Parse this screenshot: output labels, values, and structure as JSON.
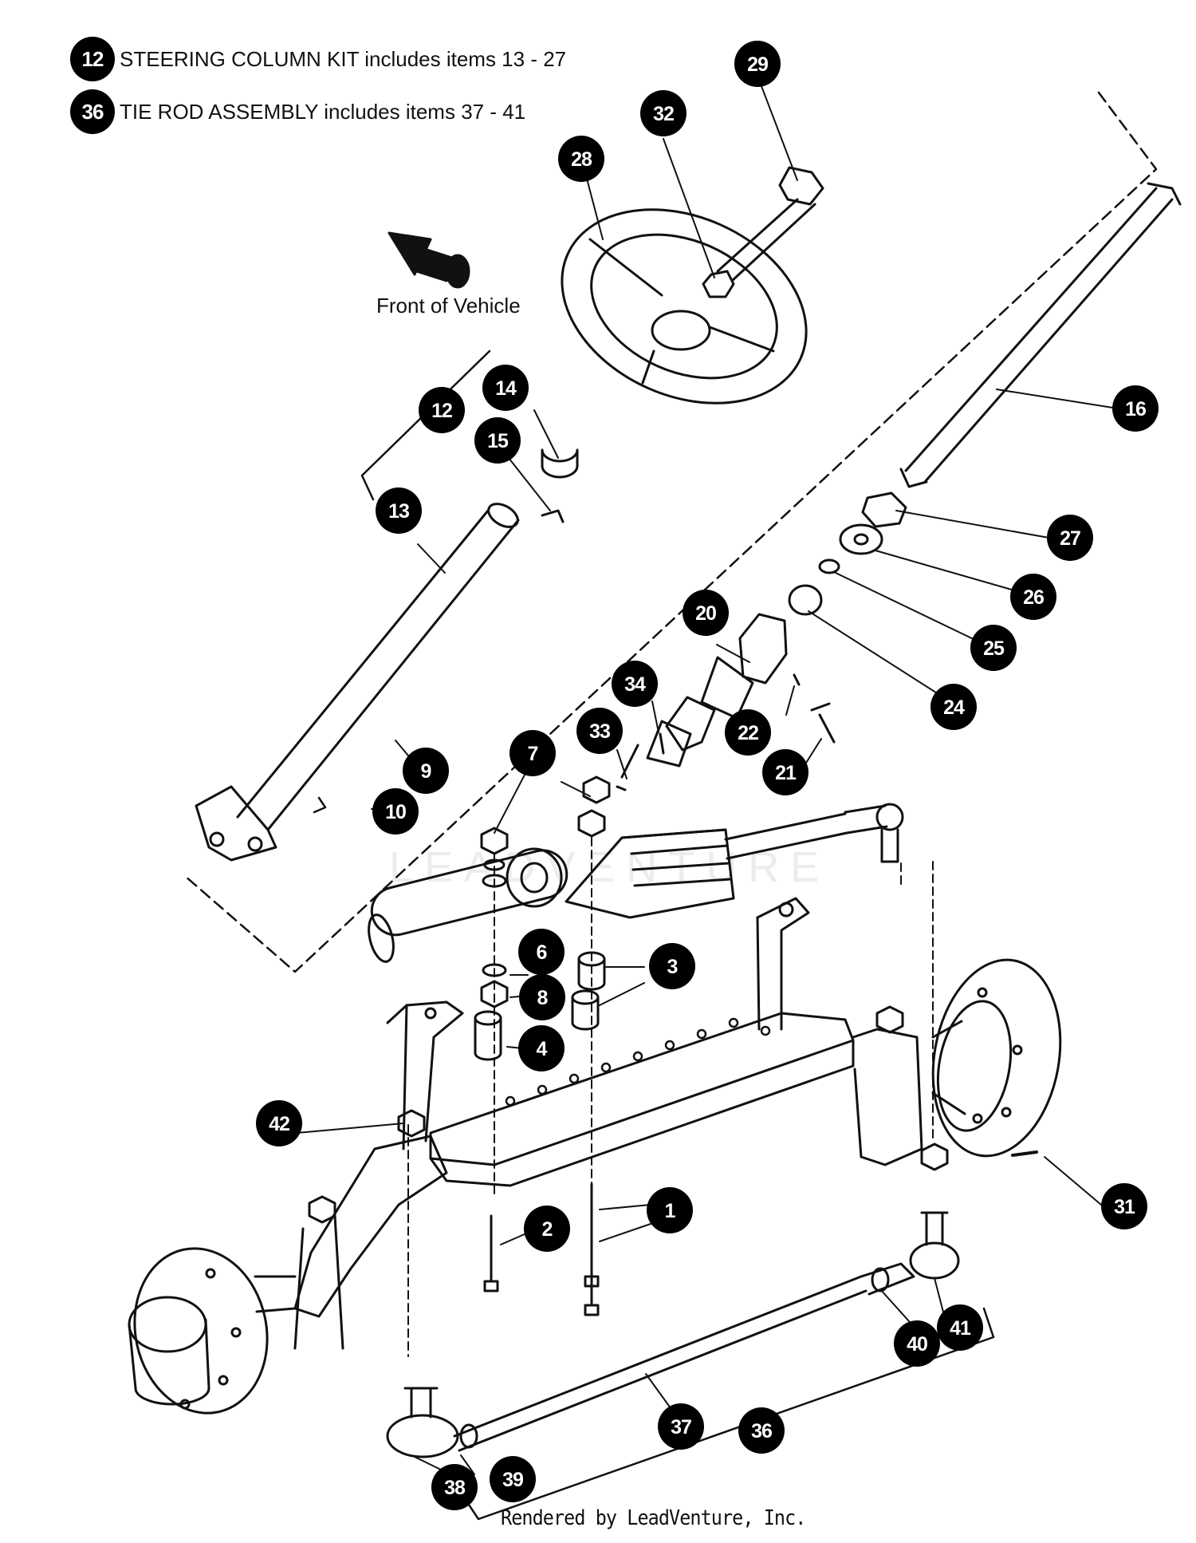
{
  "legend": [
    {
      "number": "12",
      "text": "STEERING COLUMN KIT includes items 13 - 27"
    },
    {
      "number": "36",
      "text": "TIE ROD ASSEMBLY includes items 37 - 41"
    }
  ],
  "front_label": "Front of Vehicle",
  "watermark": "LEADVENTURE",
  "footer": "Rendered by LeadVenture, Inc.",
  "callouts": [
    "1",
    "2",
    "3",
    "4",
    "6",
    "7",
    "8",
    "9",
    "10",
    "12",
    "13",
    "14",
    "15",
    "16",
    "20",
    "21",
    "22",
    "24",
    "25",
    "26",
    "27",
    "28",
    "29",
    "31",
    "32",
    "33",
    "34",
    "36",
    "37",
    "38",
    "39",
    "40",
    "41",
    "42"
  ]
}
